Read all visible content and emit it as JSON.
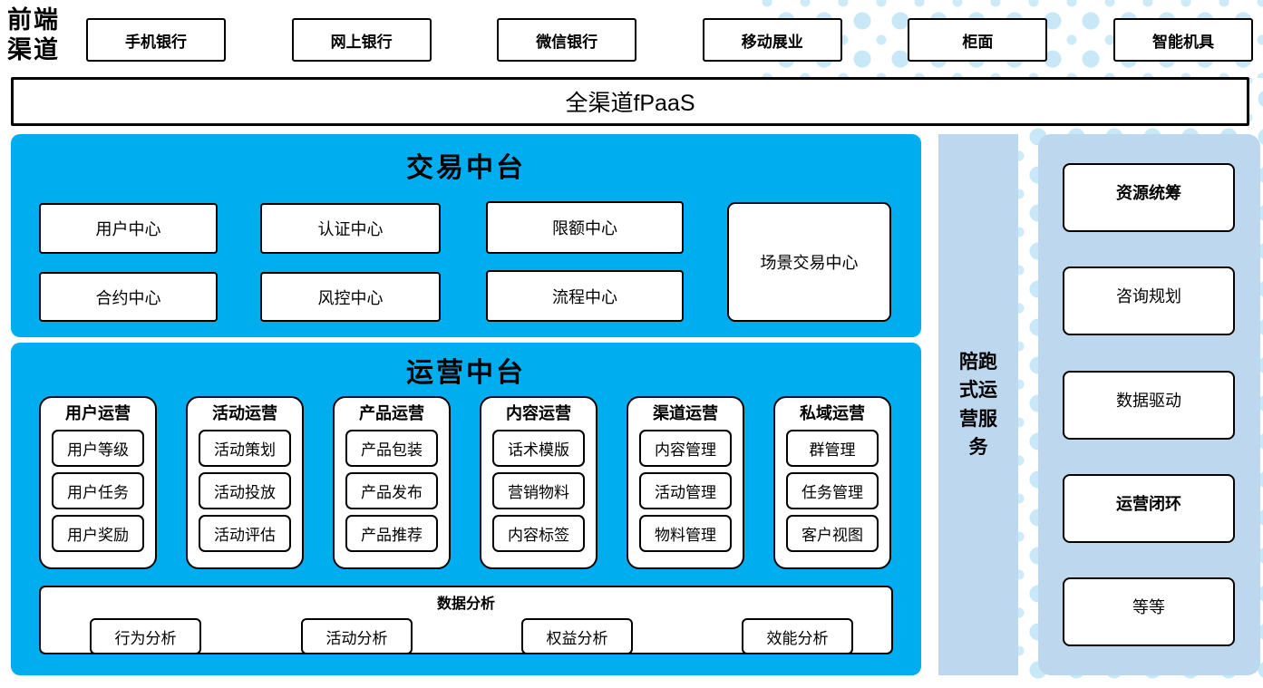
{
  "colors": {
    "accent_blue": "#00AEEF",
    "light_blue": "#BDD7EE",
    "dot_blue": "#C9E8F7",
    "box_border": "#000000"
  },
  "front_channels": {
    "label": "前端渠道",
    "items": [
      "手机银行",
      "网上银行",
      "微信银行",
      "移动展业",
      "柜面",
      "智能机具"
    ]
  },
  "fpaas": {
    "label": "全渠道fPaaS"
  },
  "trade_platform": {
    "title": "交易中台",
    "centers": [
      "用户中心",
      "认证中心",
      "限额中心",
      "合约中心",
      "风控中心",
      "流程中心"
    ],
    "scene_center": "场景交易中心"
  },
  "operation_platform": {
    "title": "运营中台",
    "groups": [
      {
        "title": "用户运营",
        "items": [
          "用户等级",
          "用户任务",
          "用户奖励"
        ]
      },
      {
        "title": "活动运营",
        "items": [
          "活动策划",
          "活动投放",
          "活动评估"
        ]
      },
      {
        "title": "产品运营",
        "items": [
          "产品包装",
          "产品发布",
          "产品推荐"
        ]
      },
      {
        "title": "内容运营",
        "items": [
          "话术模版",
          "营销物料",
          "内容标签"
        ]
      },
      {
        "title": "渠道运营",
        "items": [
          "内容管理",
          "活动管理",
          "物料管理"
        ]
      },
      {
        "title": "私域运营",
        "items": [
          "群管理",
          "任务管理",
          "客户视图"
        ]
      }
    ],
    "analysis": {
      "title": "数据分析",
      "items": [
        "行为分析",
        "活动分析",
        "权益分析",
        "效能分析"
      ]
    }
  },
  "side_strip": {
    "label": "陪跑式运营服务"
  },
  "service_panel": {
    "items": [
      {
        "label": "资源统筹",
        "bold": true
      },
      {
        "label": "咨询规划",
        "bold": false
      },
      {
        "label": "数据驱动",
        "bold": false
      },
      {
        "label": "运营闭环",
        "bold": true
      },
      {
        "label": "等等",
        "bold": false
      }
    ]
  }
}
